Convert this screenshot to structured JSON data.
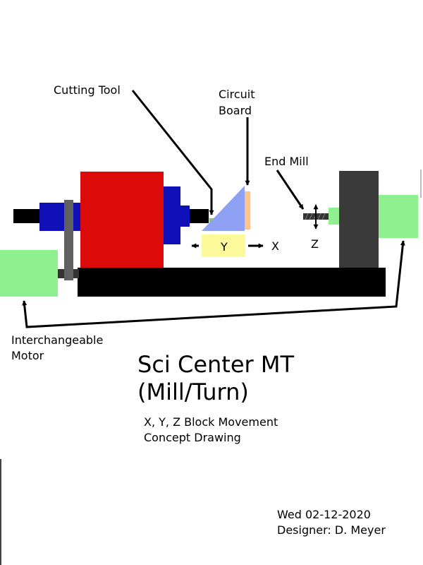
{
  "labels": {
    "cutting_tool": "Cutting Tool",
    "circuit_board_line1": "Circuit",
    "circuit_board_line2": "Board",
    "end_mill": "End Mill",
    "motor_line1": "Interchangeable",
    "motor_line2": "Motor"
  },
  "axes": {
    "y": "Y",
    "x": "X",
    "z": "Z"
  },
  "title": {
    "line1": "Sci Center MT",
    "line2": "(Mill/Turn)"
  },
  "subtitle": {
    "line1": "X, Y, Z Block Movement",
    "line2": "Concept Drawing"
  },
  "footer": {
    "date": "Wed 02-12-2020",
    "designer": "Designer: D. Meyer"
  },
  "colors": {
    "headstock": "#dd0a0a",
    "spindle": "#1010b8",
    "motor": "#8ef08e",
    "base": "#000000",
    "tailstock": "#3a3a3a",
    "block": "#8fa1f5",
    "circuit_board": "#f8c48e",
    "y_block": "#fbf99a",
    "cutting_tip": "#7ad93a",
    "pulley": "#606060"
  }
}
